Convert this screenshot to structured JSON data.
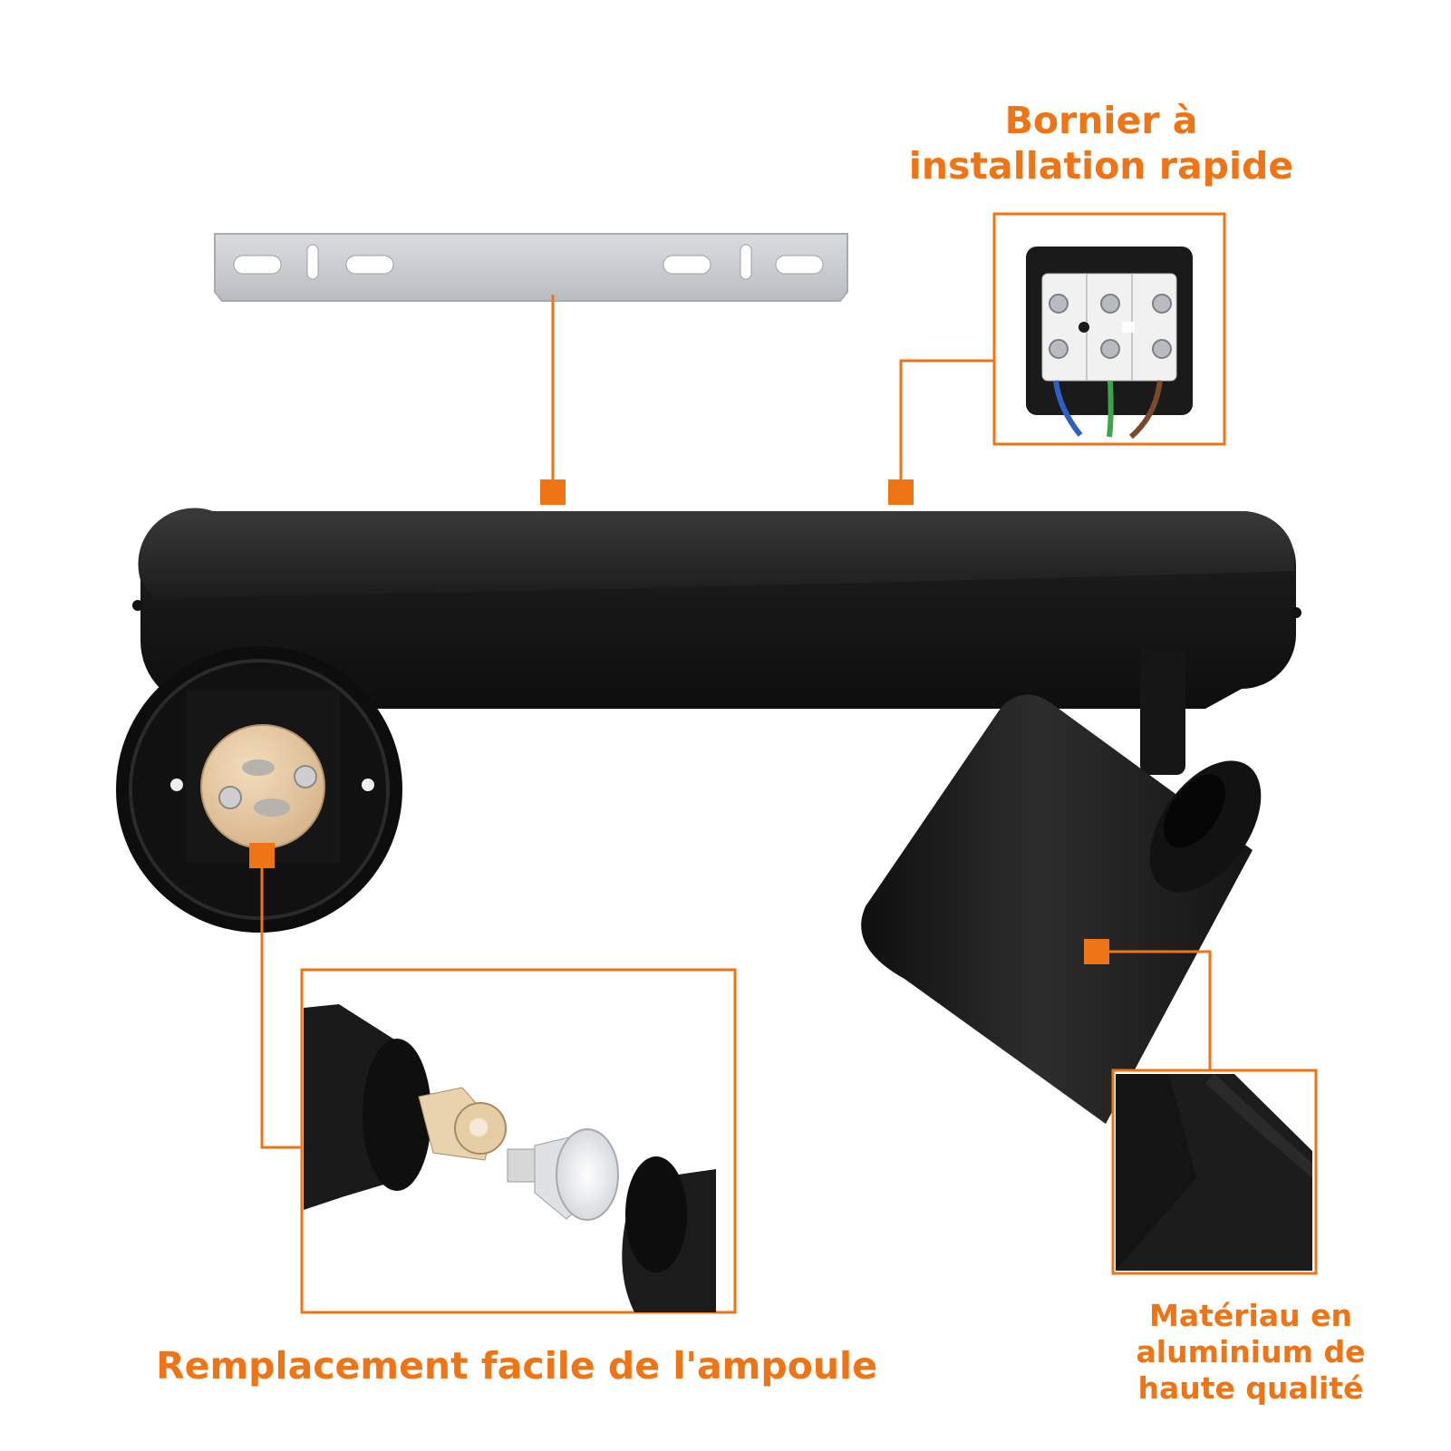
{
  "features": {
    "terminal_block": {
      "caption_lines": [
        "Bornier à",
        "installation rapide"
      ]
    },
    "bulb_replacement": {
      "caption": "Remplacement facile de l'ampoule"
    },
    "material": {
      "caption_lines": [
        "Matériau en",
        "aluminium de",
        "haute qualité"
      ]
    }
  },
  "colors": {
    "accent": "#ee7416",
    "product_black": "#1a1a1a",
    "bracket_silver": "#c9ccd0",
    "socket_ceramic": "#e8c9a0",
    "background": "#ffffff"
  }
}
